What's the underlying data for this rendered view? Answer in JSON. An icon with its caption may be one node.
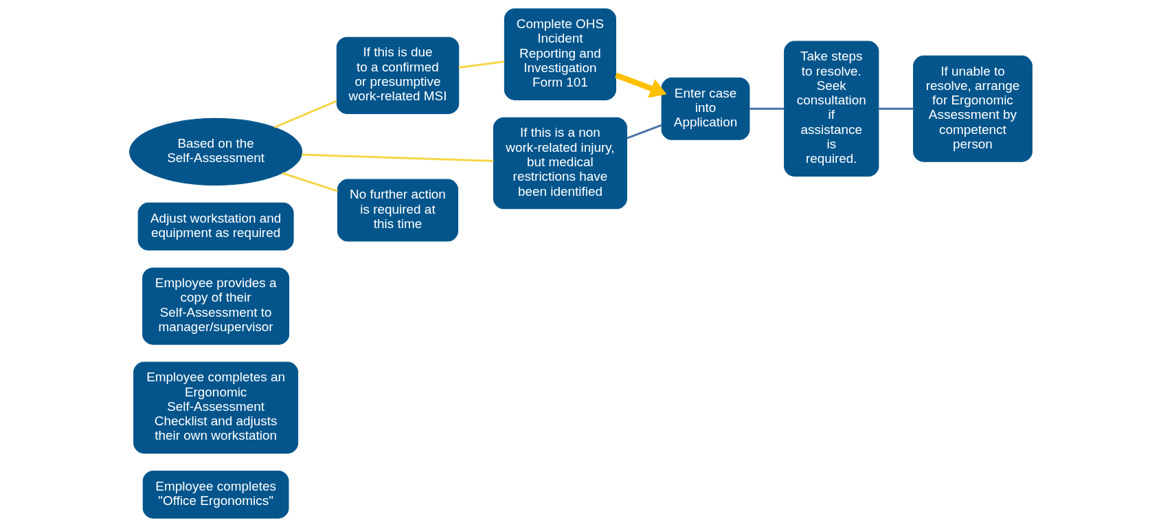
{
  "diagram": {
    "nodes": [
      {
        "text": [
          "Employee completes \"Office Ergonomics\""
        ]
      },
      {
        "text": [
          "Employee completes an Ergonomic Self-Assessment Checklist and adjusts their own workstation"
        ]
      },
      {
        "text": [
          "Employee provides a copy of their Self-Assessment to manager/supervisor"
        ]
      },
      {
        "text": [
          "Adjust workstation and equipment as required"
        ]
      },
      {
        "text": [
          "Based on the Self-Assessment"
        ]
      },
      {
        "text": [
          "If this is due to a confirmed or presumptive work-related MSI"
        ]
      },
      {
        "text": [
          "If this is a non work-related injury, but medical restrictions have been identified"
        ]
      },
      {
        "text": [
          "No further action is required at this time"
        ]
      },
      {
        "text": [
          "Complete OHS Incident Reporting and Investigation Form 101"
        ]
      },
      {
        "text": [
          "Enter case into Application"
        ]
      },
      {
        "text": [
          "Take steps to resolve. Seek consultation if assistance is required."
        ]
      },
      {
        "text": [
          "If unable to resolve, arrange for Ergonomic Assessment by competenct person"
        ]
      }
    ],
    "edges": [
      {
        "from": 4,
        "to": 5,
        "arrow": "none",
        "color": "#f5d547"
      },
      {
        "from": 4,
        "to": 6,
        "arrow": "none",
        "color": "#f5d547"
      },
      {
        "from": 4,
        "to": 7,
        "arrow": "none",
        "color": "#f5d547"
      },
      {
        "from": 5,
        "to": 8,
        "arrow": "none",
        "color": "#f5d547"
      },
      {
        "from": 8,
        "to": 9,
        "arrow": "to",
        "style": "thick",
        "color": "#ffc000"
      },
      {
        "from": 6,
        "to": 9,
        "arrow": "none",
        "color": "#4a72a8"
      },
      {
        "from": 9,
        "to": 10,
        "arrow": "none",
        "color": "#4a72a8"
      },
      {
        "from": 10,
        "to": 11,
        "arrow": "none",
        "color": "#4a72a8"
      }
    ]
  }
}
